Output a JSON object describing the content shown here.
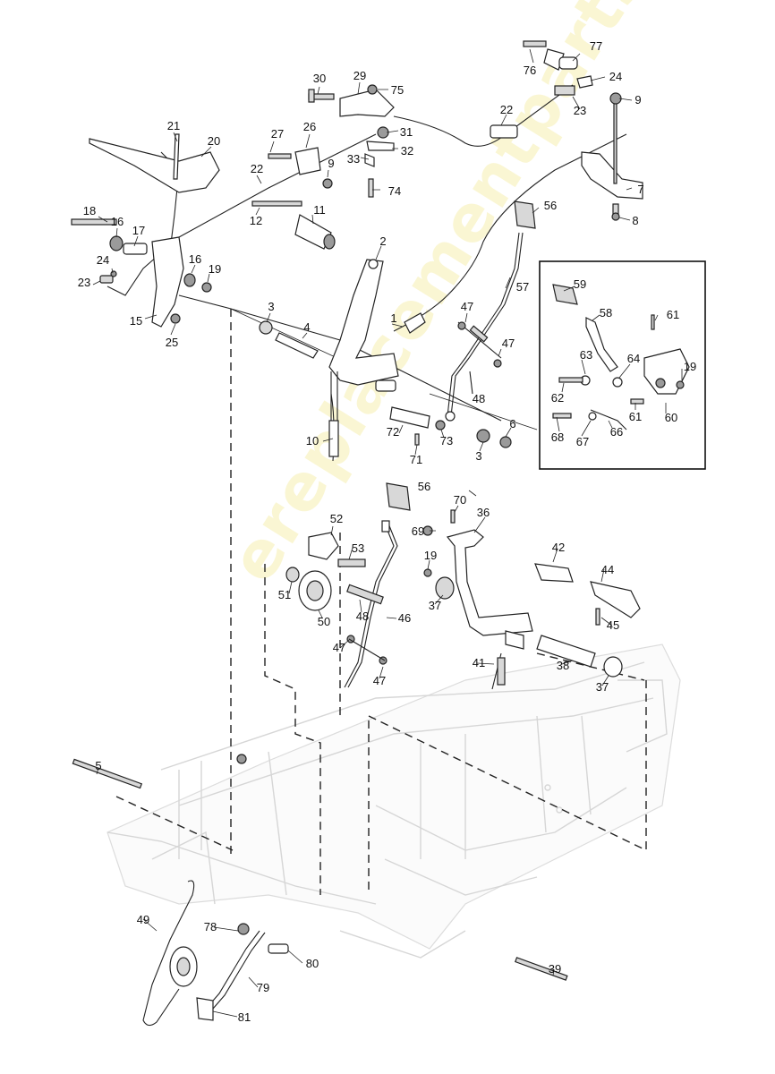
{
  "watermark": "ereplacementparts.co.uk",
  "callouts": [
    {
      "id": "c77",
      "label": "77"
    },
    {
      "id": "c76",
      "label": "76"
    },
    {
      "id": "c24a",
      "label": "24"
    },
    {
      "id": "c9a",
      "label": "9"
    },
    {
      "id": "c23a",
      "label": "23"
    },
    {
      "id": "c22a",
      "label": "22"
    },
    {
      "id": "c30",
      "label": "30"
    },
    {
      "id": "c29",
      "label": "29"
    },
    {
      "id": "c75",
      "label": "75"
    },
    {
      "id": "c21",
      "label": "21"
    },
    {
      "id": "c20",
      "label": "20"
    },
    {
      "id": "c27",
      "label": "27"
    },
    {
      "id": "c26",
      "label": "26"
    },
    {
      "id": "c31",
      "label": "31"
    },
    {
      "id": "c32",
      "label": "32"
    },
    {
      "id": "c33",
      "label": "33"
    },
    {
      "id": "c9b",
      "label": "9"
    },
    {
      "id": "c22b",
      "label": "22"
    },
    {
      "id": "c74",
      "label": "74"
    },
    {
      "id": "c7",
      "label": "7"
    },
    {
      "id": "c8",
      "label": "8"
    },
    {
      "id": "c18",
      "label": "18"
    },
    {
      "id": "c16a",
      "label": "16"
    },
    {
      "id": "c17",
      "label": "17"
    },
    {
      "id": "c12",
      "label": "12"
    },
    {
      "id": "c11",
      "label": "11"
    },
    {
      "id": "c56a",
      "label": "56"
    },
    {
      "id": "c24b",
      "label": "24"
    },
    {
      "id": "c16b",
      "label": "16"
    },
    {
      "id": "c19a",
      "label": "19"
    },
    {
      "id": "c2",
      "label": "2"
    },
    {
      "id": "c23b",
      "label": "23"
    },
    {
      "id": "c57",
      "label": "57"
    },
    {
      "id": "c15",
      "label": "15"
    },
    {
      "id": "c25",
      "label": "25"
    },
    {
      "id": "c3a",
      "label": "3"
    },
    {
      "id": "c4",
      "label": "4"
    },
    {
      "id": "c1",
      "label": "1"
    },
    {
      "id": "c47a",
      "label": "47"
    },
    {
      "id": "c47b",
      "label": "47"
    },
    {
      "id": "c48a",
      "label": "48"
    },
    {
      "id": "c59",
      "label": "59"
    },
    {
      "id": "c58",
      "label": "58"
    },
    {
      "id": "c61a",
      "label": "61"
    },
    {
      "id": "c63",
      "label": "63"
    },
    {
      "id": "c64",
      "label": "64"
    },
    {
      "id": "c19b",
      "label": "19"
    },
    {
      "id": "c62",
      "label": "62"
    },
    {
      "id": "c61b",
      "label": "61"
    },
    {
      "id": "c60",
      "label": "60"
    },
    {
      "id": "c68",
      "label": "68"
    },
    {
      "id": "c67",
      "label": "67"
    },
    {
      "id": "c66",
      "label": "66"
    },
    {
      "id": "c10",
      "label": "10"
    },
    {
      "id": "c72",
      "label": "72"
    },
    {
      "id": "c73",
      "label": "73"
    },
    {
      "id": "c71",
      "label": "71"
    },
    {
      "id": "c6",
      "label": "6"
    },
    {
      "id": "c3b",
      "label": "3"
    },
    {
      "id": "c56b",
      "label": "56"
    },
    {
      "id": "c70",
      "label": "70"
    },
    {
      "id": "c36",
      "label": "36"
    },
    {
      "id": "c52",
      "label": "52"
    },
    {
      "id": "c69",
      "label": "69"
    },
    {
      "id": "c53",
      "label": "53"
    },
    {
      "id": "c19c",
      "label": "19"
    },
    {
      "id": "c42",
      "label": "42"
    },
    {
      "id": "c44",
      "label": "44"
    },
    {
      "id": "c51",
      "label": "51"
    },
    {
      "id": "c37a",
      "label": "37"
    },
    {
      "id": "c48b",
      "label": "48"
    },
    {
      "id": "c46",
      "label": "46"
    },
    {
      "id": "c45",
      "label": "45"
    },
    {
      "id": "c50",
      "label": "50"
    },
    {
      "id": "c47c",
      "label": "47"
    },
    {
      "id": "c47d",
      "label": "47"
    },
    {
      "id": "c41",
      "label": "41"
    },
    {
      "id": "c38",
      "label": "38"
    },
    {
      "id": "c37b",
      "label": "37"
    },
    {
      "id": "c5",
      "label": "5"
    },
    {
      "id": "c49",
      "label": "49"
    },
    {
      "id": "c78",
      "label": "78"
    },
    {
      "id": "c80",
      "label": "80"
    },
    {
      "id": "c79",
      "label": "79"
    },
    {
      "id": "c81",
      "label": "81"
    },
    {
      "id": "c39",
      "label": "39"
    }
  ]
}
